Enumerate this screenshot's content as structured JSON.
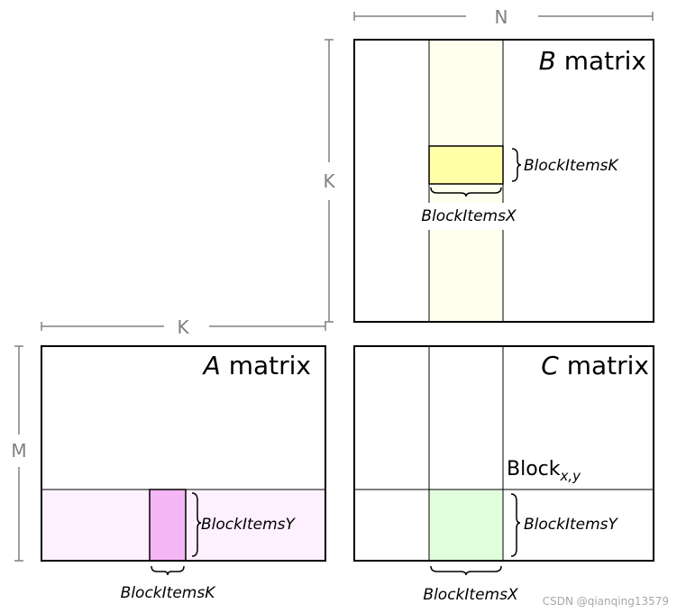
{
  "dimensions": {
    "n": "N",
    "k_vertical": "K",
    "k_horizontal": "K",
    "m": "M"
  },
  "matrices": {
    "b": {
      "symbol": "B",
      "word": "matrix"
    },
    "a": {
      "symbol": "A",
      "word": "matrix"
    },
    "c": {
      "symbol": "C",
      "word": "matrix"
    }
  },
  "labels": {
    "b_block_items_k": "BlockItemsK",
    "b_block_items_x": "BlockItemsX",
    "a_block_items_y": "BlockItemsY",
    "a_block_items_k": "BlockItemsK",
    "c_block_items_y": "BlockItemsY",
    "c_block_items_x": "BlockItemsX",
    "block_base": "Block",
    "block_sub": "x,y"
  },
  "watermark": "CSDN @qianqing13579",
  "colors": {
    "axis_gray": "#808080",
    "b_column_fill": "#fffff0",
    "b_tile_fill": "#ffffa6",
    "a_row_fill": "#fff0ff",
    "a_tile_fill": "#f4b6f4",
    "c_tile_fill": "#e2ffdc"
  }
}
